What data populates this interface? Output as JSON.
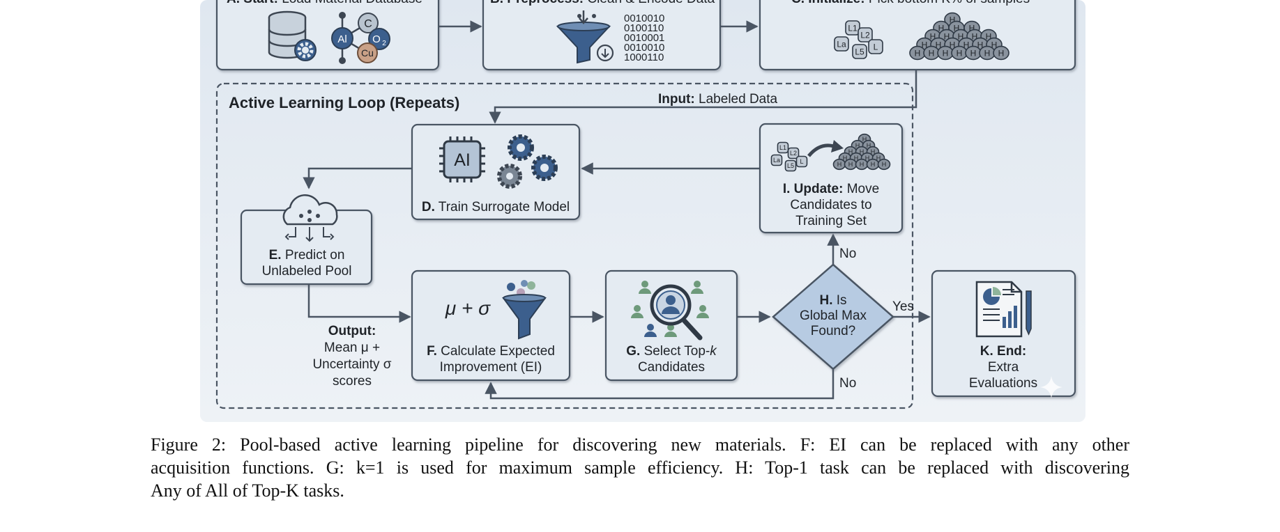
{
  "diagram": {
    "loop_title": "Active Learning Loop (Repeats)",
    "nodes": {
      "A": {
        "bold": "A. Start:",
        "text": "Load Material Database"
      },
      "B": {
        "bold": "B. Preprocess:",
        "text": "Clean & Encode Data",
        "binary": [
          "0010010",
          "0100110",
          "0010001",
          "0010010",
          "1000110"
        ]
      },
      "C": {
        "bold": "C. Initialize:",
        "text": "Pick bottom K% of samples"
      },
      "D": {
        "bold": "D.",
        "text": "Train Surrogate Model",
        "chip_label": "AI"
      },
      "E": {
        "bold": "E.",
        "line1": "Predict on",
        "line2": "Unlabeled Pool"
      },
      "F": {
        "bold": "F.",
        "line1": "Calculate Expected",
        "line2": "Improvement (EI)",
        "formula": "μ + σ"
      },
      "G": {
        "bold": "G.",
        "line1": "Select Top-",
        "k": "k",
        "line2": "Candidates"
      },
      "H": {
        "line1_bold": "H.",
        "line1": "Is",
        "line2": "Global Max",
        "line3": "Found?"
      },
      "I": {
        "bold": "I. Update:",
        "line1": "Move",
        "line2": "Candidates to",
        "line3": "Training Set"
      },
      "K": {
        "bold": "K. End:",
        "line1": "Extra",
        "line2": "Evaluations"
      }
    },
    "atoms": {
      "Al": "Al",
      "C": "C",
      "O2": "O",
      "O2_sub": "2",
      "Cu": "Cu"
    },
    "labels": {
      "L": [
        "L1",
        "L2",
        "La",
        "L5",
        "L"
      ],
      "H": "H"
    },
    "edges": {
      "input_bold": "Input:",
      "input_text": "Labeled Data",
      "output_bold": "Output:",
      "output_lines": [
        "Mean μ +",
        "Uncertainty σ",
        "scores"
      ],
      "yes": "Yes",
      "no_up": "No",
      "no_down": "No"
    }
  },
  "caption": {
    "lines": [
      "Figure 2: Pool-based active learning pipeline for discovering new materials. F: EI can be replaced with any other",
      "acquisition functions. G: k=1 is used for maximum sample efficiency. H: Top-1 task can be replaced with discovering",
      "Any of All of Top-K tasks."
    ]
  },
  "colors": {
    "panel_bg": "#e6edf4",
    "box_fill": "#e3eaf2",
    "box_stroke": "#4a5563",
    "diamond_fill": "#b7cbe2",
    "accent_blue": "#3c5f8d",
    "cu_brown": "#c9a187",
    "green_person": "#6e9a7b"
  }
}
